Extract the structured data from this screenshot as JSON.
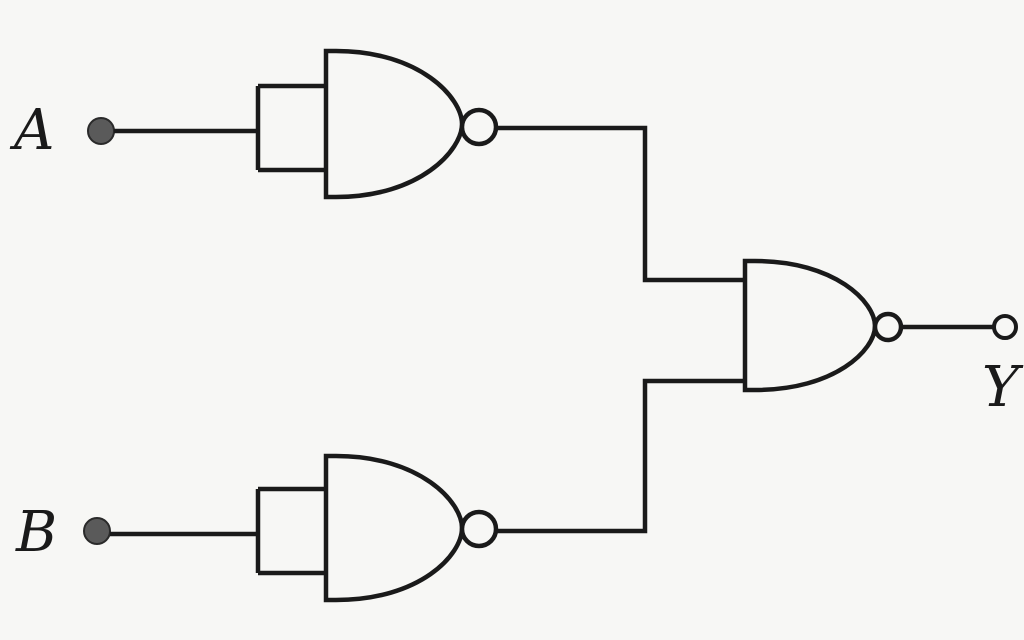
{
  "diagram": {
    "inputs": [
      {
        "id": "A",
        "label": "A"
      },
      {
        "id": "B",
        "label": "B"
      }
    ],
    "output": {
      "id": "Y",
      "label": "Y"
    },
    "gates": [
      {
        "id": "G1",
        "type": "NAND",
        "inputs": [
          "A",
          "A"
        ],
        "output": "n1"
      },
      {
        "id": "G2",
        "type": "NAND",
        "inputs": [
          "B",
          "B"
        ],
        "output": "n2"
      },
      {
        "id": "G3",
        "type": "NAND",
        "inputs": [
          "n1",
          "n2"
        ],
        "output": "Y"
      }
    ]
  }
}
